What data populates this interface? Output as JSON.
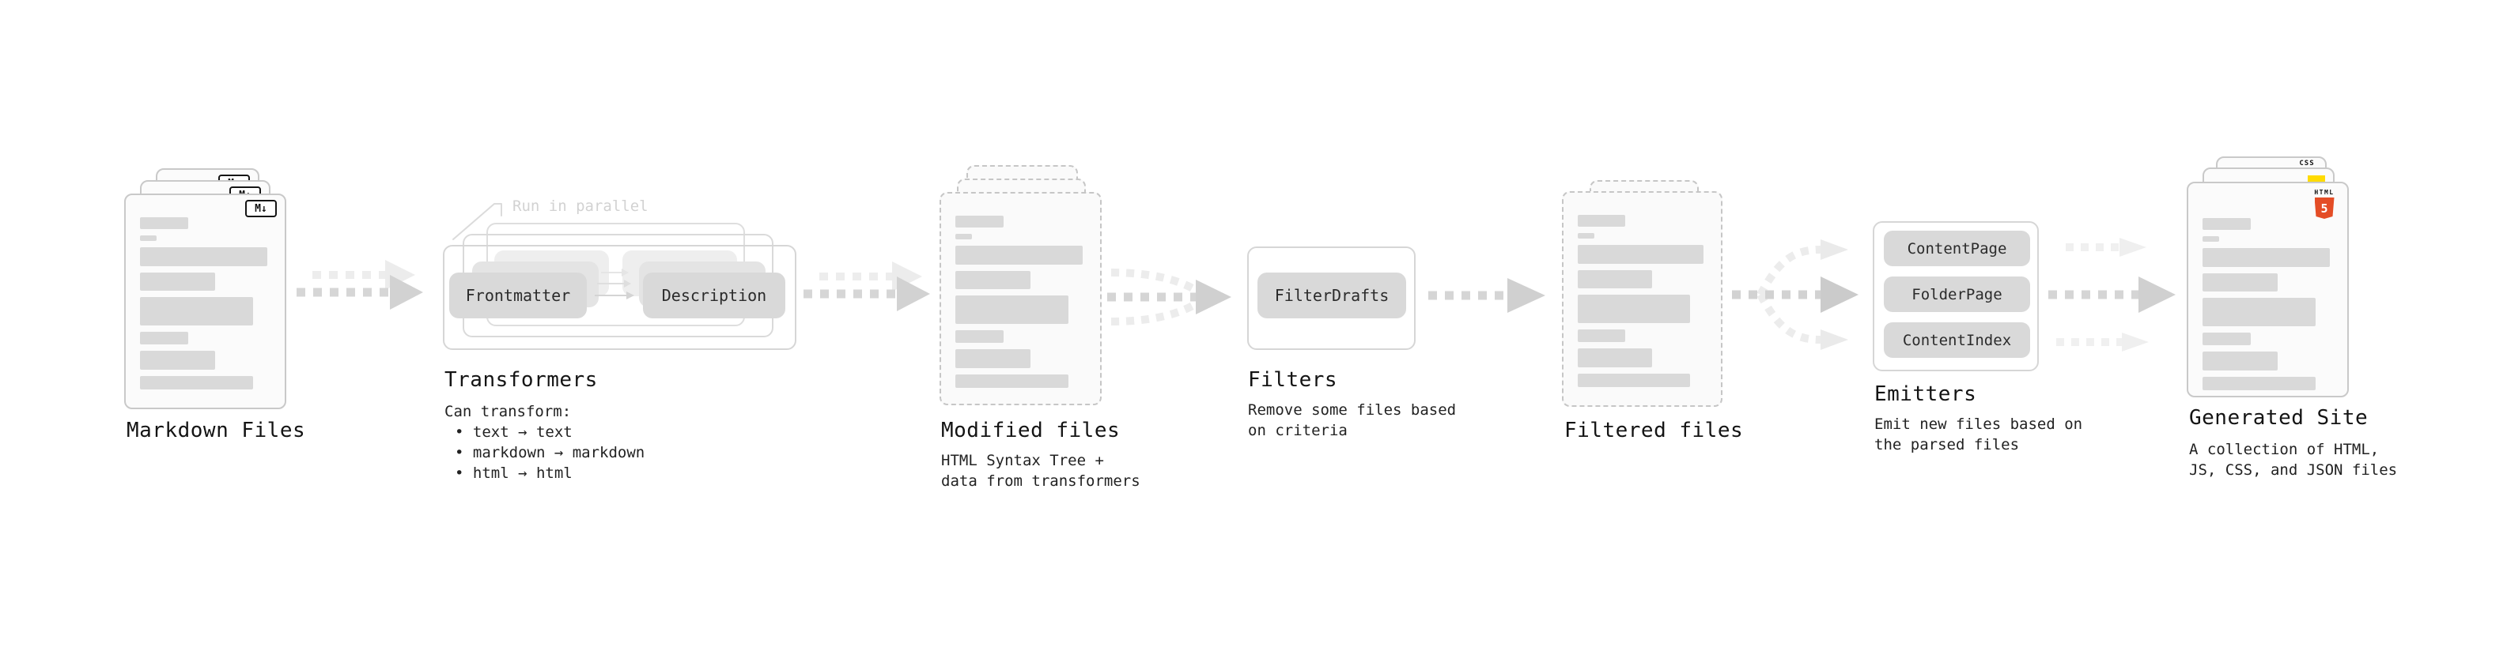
{
  "diagram": {
    "markdown_files": {
      "label": "Markdown Files",
      "file_icon": "M↓"
    },
    "flow_annotation": "Run in parallel",
    "transformers": {
      "title": "Transformers",
      "input_pill": "Frontmatter",
      "output_pill": "Description",
      "desc_heading": "Can transform:",
      "bullets": [
        "• text → text",
        "• markdown → markdown",
        "• html → html"
      ]
    },
    "modified_files": {
      "label": "Modified files",
      "desc": "HTML Syntax Tree +\ndata from transformers"
    },
    "filters": {
      "title": "Filters",
      "pill": "FilterDrafts",
      "desc": "Remove some files based\non criteria"
    },
    "filtered_files": {
      "label": "Filtered files"
    },
    "emitters": {
      "title": "Emitters",
      "pills": [
        "ContentPage",
        "FolderPage",
        "ContentIndex"
      ],
      "desc": "Emit new files based on\nthe parsed files"
    },
    "generated_site": {
      "label": "Generated Site",
      "desc": "A collection of HTML,\nJS, CSS, and JSON files",
      "css_icon": "CSS",
      "html_icon_label": "HTML",
      "html_icon_number": "5"
    }
  },
  "colors": {
    "accent_arrow": "#d2d2d2",
    "ghost_arrow": "#ececec",
    "pill_fill": "#d9d9d9",
    "css_blue": "#2c62f6",
    "js_yellow": "#ffdb00",
    "html5_orange": "#e44d26"
  },
  "skeleton_bars": [
    {
      "w": 38,
      "h": 15
    },
    {
      "w": 13,
      "h": 7
    },
    {
      "w": 100,
      "h": 24
    },
    {
      "w": 59,
      "h": 23
    },
    {
      "w": 89,
      "h": 36
    },
    {
      "w": 38,
      "h": 16
    },
    {
      "w": 59,
      "h": 24
    },
    {
      "w": 89,
      "h": 17
    }
  ]
}
